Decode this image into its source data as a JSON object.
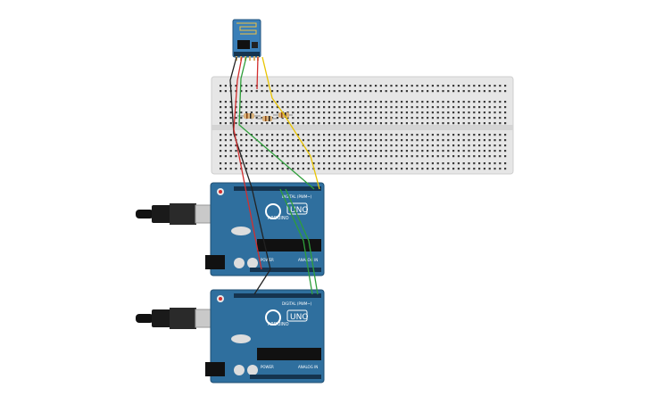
{
  "esp_module": {
    "name": "ESP8266 ESP-01"
  },
  "boards": [
    {
      "name": "arduino-uno-top",
      "logo_text": "ARDUINO",
      "model_text": "UNO",
      "digital_label": "DIGITAL (PWM~)",
      "power_label": "POWER",
      "analog_label": "ANALOG IN"
    },
    {
      "name": "arduino-uno-bottom",
      "logo_text": "ARDUINO",
      "model_text": "UNO",
      "digital_label": "DIGITAL (PWM~)",
      "power_label": "POWER",
      "analog_label": "ANALOG IN"
    }
  ],
  "colors": {
    "board": "#2f6f9e",
    "board_dark": "#1f4f73",
    "breadboard": "#e6e6e6",
    "esp": "#3a7fb8",
    "wire_black": "#222222",
    "wire_red": "#d32f2f",
    "wire_green": "#2e9e3a",
    "wire_yellow": "#e8c400",
    "resistor": "#d9b27c"
  }
}
